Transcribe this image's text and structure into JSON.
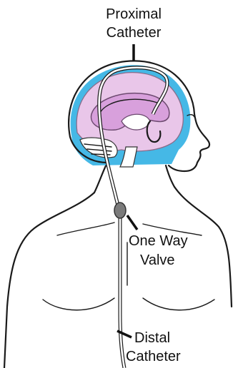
{
  "labels": {
    "proximal_line1": "Proximal",
    "proximal_line2": "Catheter",
    "valve_line1": "One Way",
    "valve_line2": "Valve",
    "distal_line1": "Distal",
    "distal_line2": "Catheter"
  },
  "colors": {
    "csf_space": "#45b8e6",
    "brain_tissue": "#e9c6e9",
    "ventricle": "#d8a0dc",
    "valve": "#7b7b7b",
    "outline": "#1a1a1a"
  },
  "icons": {
    "head": "human-head-profile",
    "torso": "human-torso-outline",
    "shunt": "ventriculoperitoneal-shunt"
  }
}
